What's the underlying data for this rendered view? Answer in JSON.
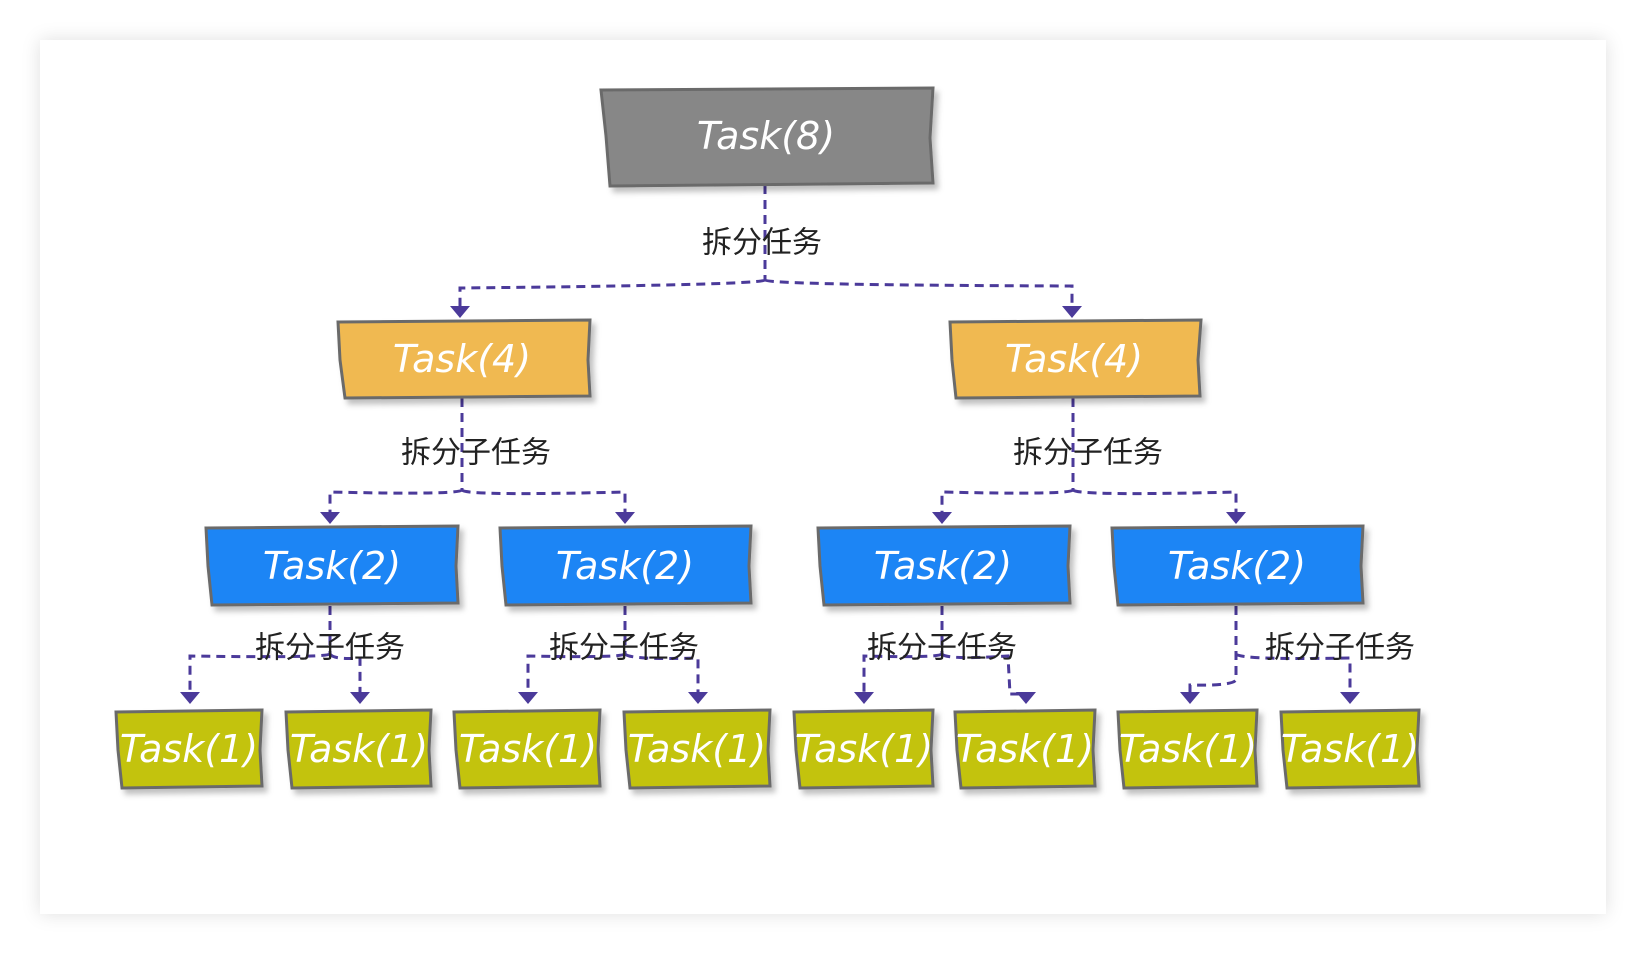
{
  "colors": {
    "root": "#878787",
    "level1": "#f0b951",
    "level2": "#1e85f5",
    "level3": "#c3c30a",
    "connector": "#4b3a9a"
  },
  "nodes": {
    "root": "Task(8)",
    "l1_left": "Task(4)",
    "l1_right": "Task(4)",
    "l2_a": "Task(2)",
    "l2_b": "Task(2)",
    "l2_c": "Task(2)",
    "l2_d": "Task(2)",
    "l3_1": "Task(1)",
    "l3_2": "Task(1)",
    "l3_3": "Task(1)",
    "l3_4": "Task(1)",
    "l3_5": "Task(1)",
    "l3_6": "Task(1)",
    "l3_7": "Task(1)",
    "l3_8": "Task(1)"
  },
  "edge_labels": {
    "root_split": "拆分任务",
    "l1_left_split": "拆分子任务",
    "l1_right_split": "拆分子任务",
    "l2_a_split": "拆分子任务",
    "l2_b_split": "拆分子任务",
    "l2_c_split": "拆分子任务",
    "l2_d_split": "拆分子任务"
  }
}
